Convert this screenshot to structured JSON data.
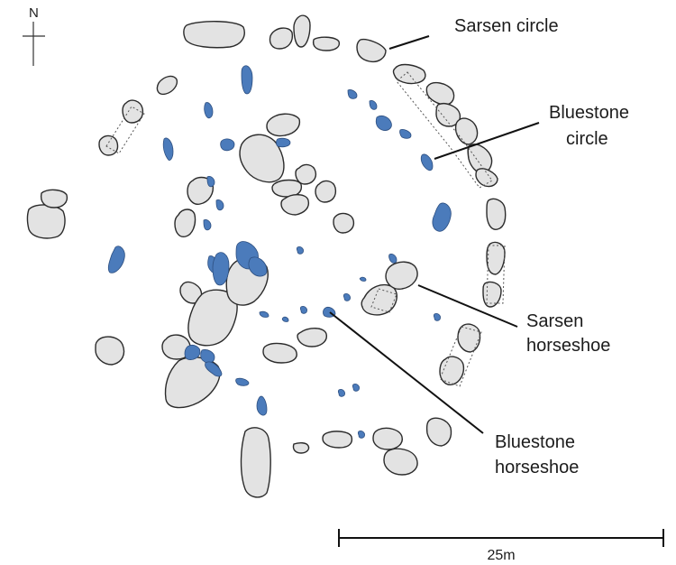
{
  "north": {
    "label": "N"
  },
  "labels": {
    "sarsen_circle": "Sarsen circle",
    "bluestone_circle": [
      "Bluestone",
      "circle"
    ],
    "sarsen_horseshoe": [
      "Sarsen",
      "horseshoe"
    ],
    "bluestone_horseshoe": [
      "Bluestone",
      "horseshoe"
    ]
  },
  "scale_bar": {
    "label": "25m"
  },
  "colors": {
    "sarsen_fill": "#e3e3e3",
    "bluestone_fill": "#4b7bbb",
    "outline": "#2b2b2b"
  }
}
